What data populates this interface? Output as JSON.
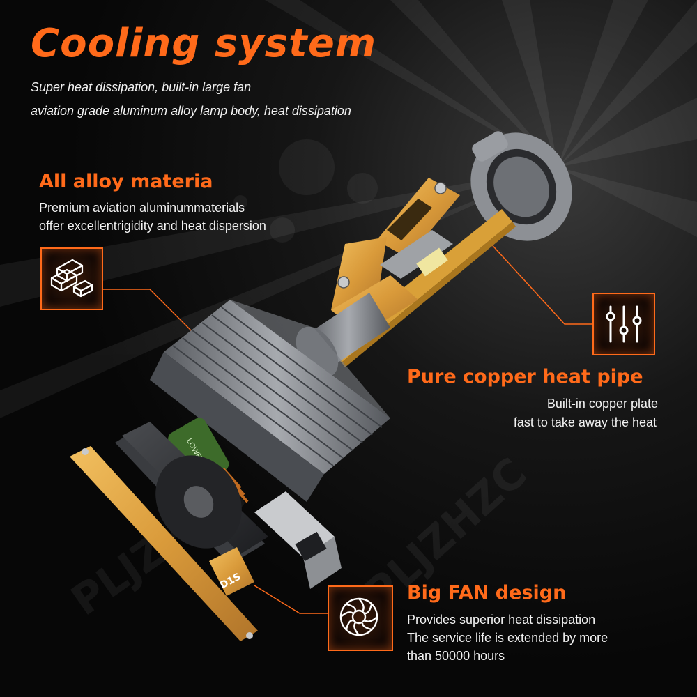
{
  "header": {
    "title": "Cooling system",
    "subtitle_line1": "Super heat dissipation, built-in large fan",
    "subtitle_line2": "aviation grade aluminum alloy lamp body, heat dissipation"
  },
  "features": {
    "alloy": {
      "title": "All alloy materia",
      "line1": "Premium aviation aluminummaterials",
      "line2": "offer excellentrigidity and heat dispersion"
    },
    "copper": {
      "title": "Pure copper heat pipe",
      "line1": "Built-in copper plate",
      "line2": "fast to take away the heat"
    },
    "fan": {
      "title": "Big FAN design",
      "line1": "Provides superior heat dissipation",
      "line2": "The service life is extended by more",
      "line3": "than 50000 hours"
    }
  },
  "product": {
    "base_label": "D1S",
    "capacitor_text": "LOWESR"
  },
  "watermark": "PLJZHZC",
  "colors": {
    "accent": "#ff6a1a",
    "background": "#0b0b0b",
    "text": "#f2f2f2",
    "gold": "#e0a040",
    "metal": "#8a8d92"
  }
}
